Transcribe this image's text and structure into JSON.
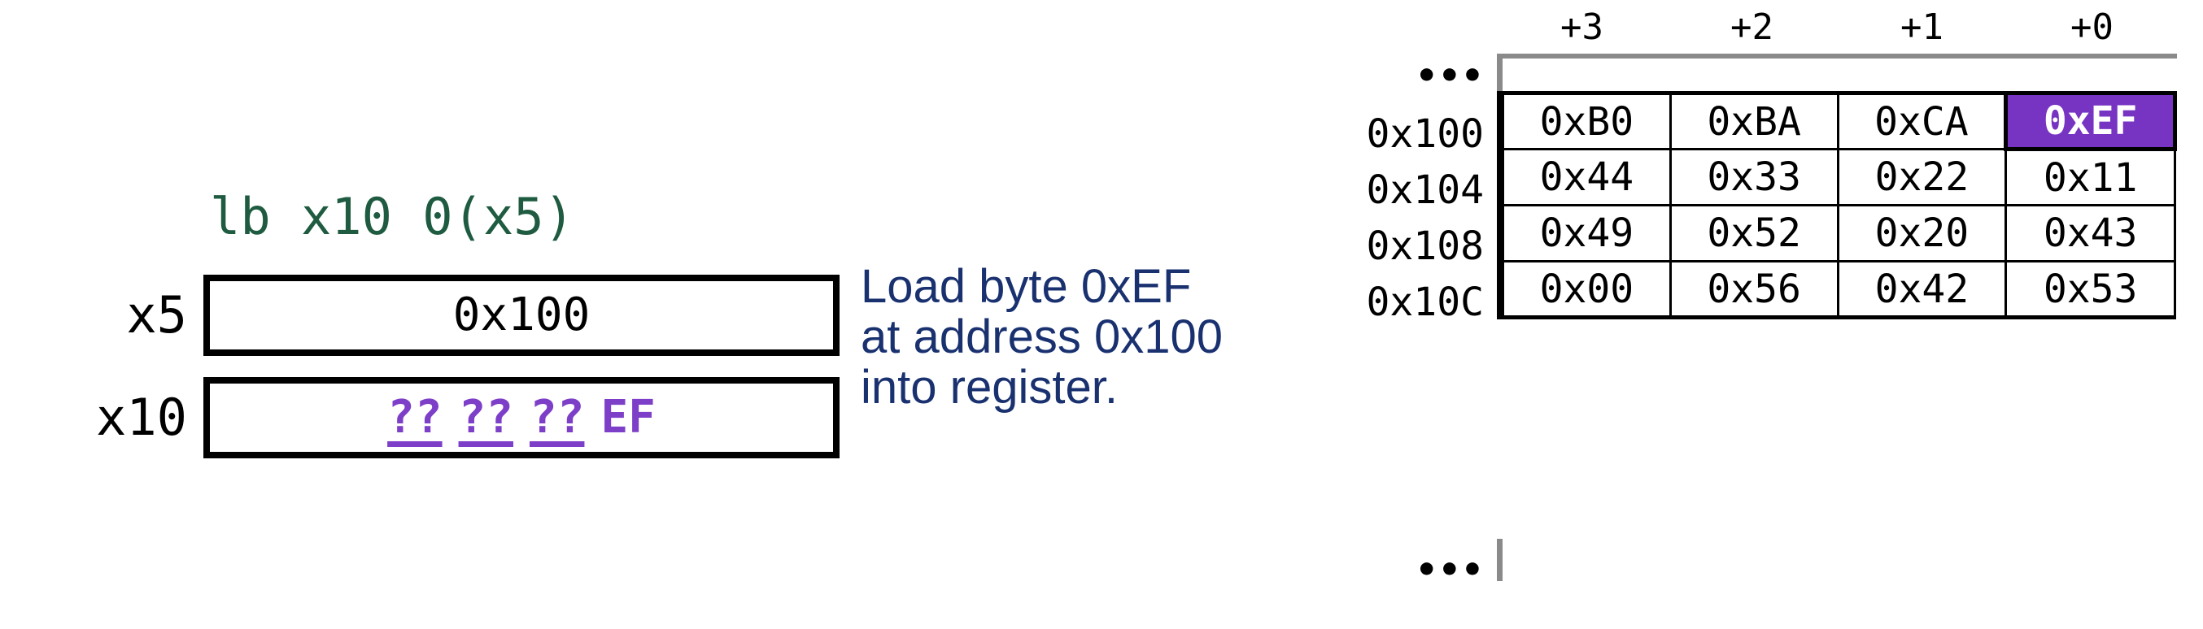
{
  "instruction": {
    "text": "lb x10 0(x5)",
    "color": "#1e5b40"
  },
  "registers": [
    {
      "name": "x5",
      "label": "x5",
      "value": "0x100"
    },
    {
      "name": "x10",
      "label": "x10",
      "unknown_bytes": [
        "??",
        "??",
        "??"
      ],
      "known_byte": "EF",
      "accent": "#7d3fc8"
    }
  ],
  "description": {
    "text": "Load byte 0xEF\nat address 0x100\ninto register.",
    "color": "#1a3170"
  },
  "memory": {
    "column_headers": [
      "+3",
      "+2",
      "+1",
      "+0"
    ],
    "ellipsis_top": "•••",
    "ellipsis_bottom": "•••",
    "highlight_color": "#7733c2",
    "highlight_text_color": "#ffffff",
    "rows": [
      {
        "address": "0x100",
        "cells": [
          "0xB0",
          "0xBA",
          "0xCA",
          "0xEF"
        ],
        "highlight_index": 3
      },
      {
        "address": "0x104",
        "cells": [
          "0x44",
          "0x33",
          "0x22",
          "0x11"
        ],
        "highlight_index": -1
      },
      {
        "address": "0x108",
        "cells": [
          "0x49",
          "0x52",
          "0x20",
          "0x43"
        ],
        "highlight_index": -1
      },
      {
        "address": "0x10C",
        "cells": [
          "0x00",
          "0x56",
          "0x42",
          "0x53"
        ],
        "highlight_index": -1
      }
    ]
  }
}
